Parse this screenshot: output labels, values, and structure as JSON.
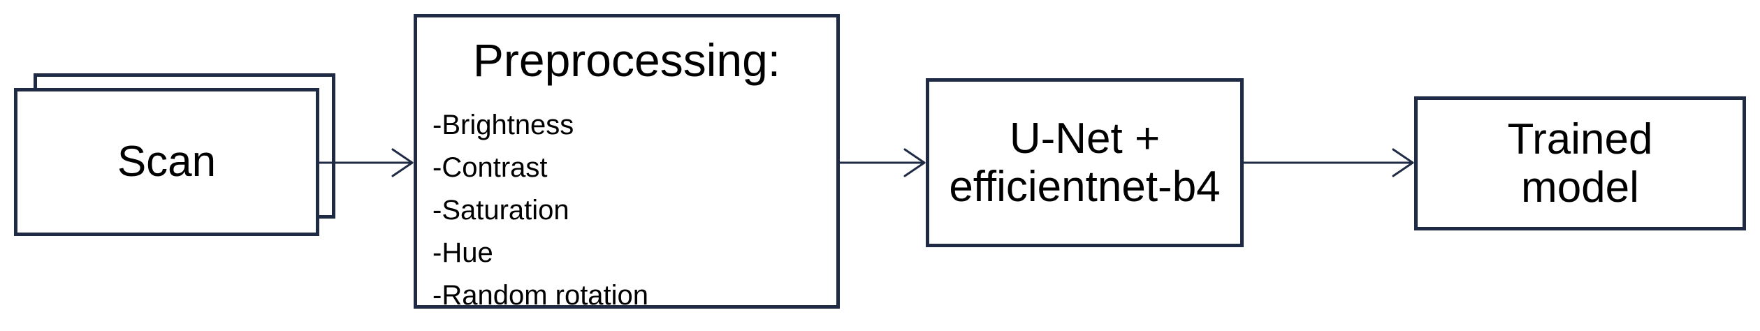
{
  "nodes": {
    "scan": {
      "label": "Scan"
    },
    "preprocessing": {
      "title": "Preprocessing:",
      "items": [
        "-Brightness",
        "-Contrast",
        "-Saturation",
        "-Hue",
        "-Random rotation"
      ]
    },
    "unet": {
      "line1": "U-Net +",
      "line2": "efficientnet-b4"
    },
    "trained_model": {
      "line1": "Trained",
      "line2": "model"
    }
  },
  "colors": {
    "stroke": "#1f2a44",
    "text": "#000000",
    "background": "#ffffff"
  }
}
